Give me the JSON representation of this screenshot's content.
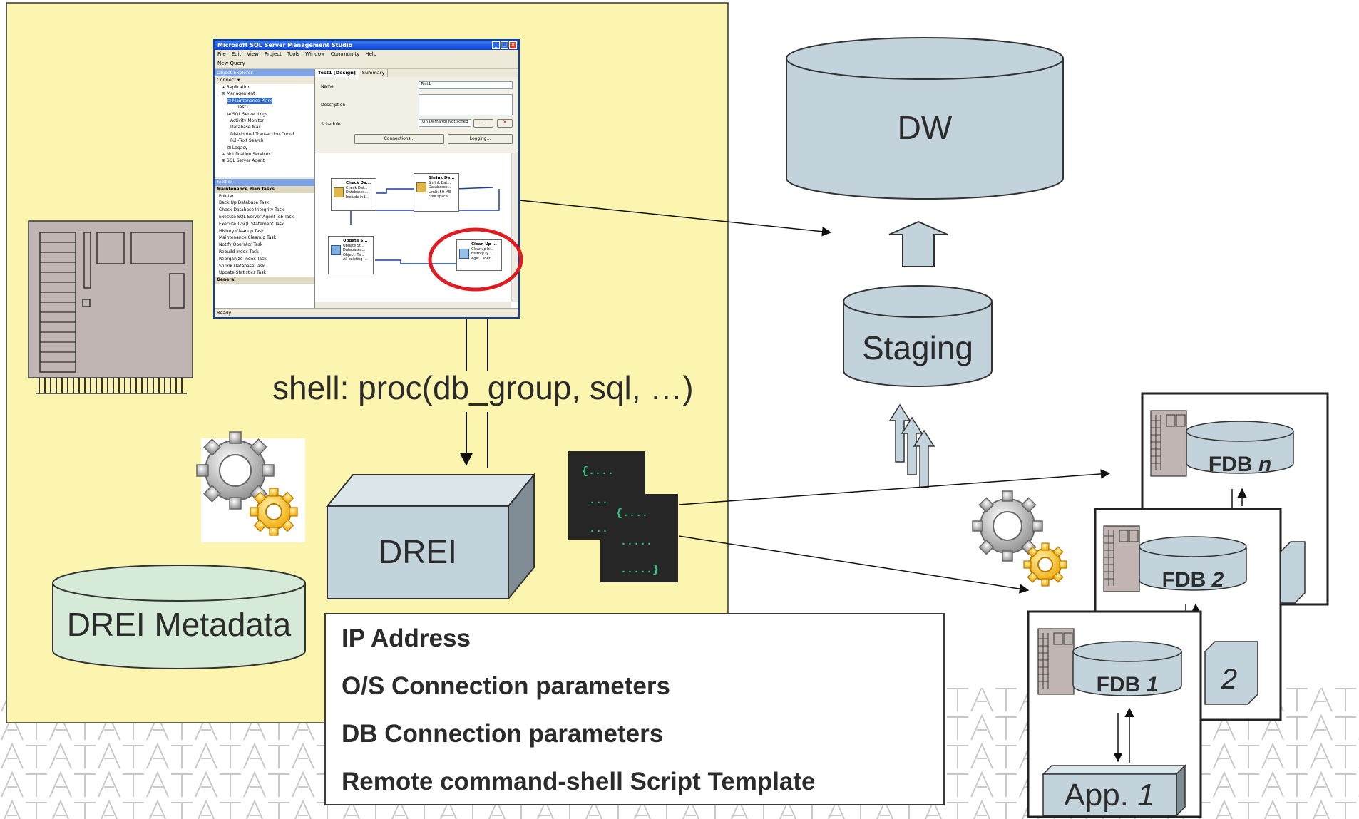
{
  "diagram": {
    "dw_label": "DW",
    "staging_label": "Staging",
    "drei_label": "DREI",
    "drei_metadata_label": "DREI Metadata",
    "shell_call": "shell: proc(db_group, sql, …)",
    "fdb_n": {
      "prefix": "FDB ",
      "suffix": "n"
    },
    "fdb_2": {
      "prefix": "FDB ",
      "suffix": "2"
    },
    "fdb_1": {
      "prefix": "FDB ",
      "suffix": "1"
    },
    "app_1": {
      "prefix": "App. ",
      "suffix": "1"
    },
    "stack_2_label": "2",
    "script_lines_front": [
      "{....",
      "...",
      "..."
    ],
    "script_lines_back": [
      "{....",
      ".....",
      ".....}"
    ]
  },
  "info_box": {
    "lines": [
      "IP Address",
      "O/S Connection parameters",
      "DB Connection parameters",
      "Remote command-shell Script Template"
    ]
  },
  "ssms": {
    "title": "Microsoft SQL Server Management Studio",
    "menu": [
      "File",
      "Edit",
      "View",
      "Project",
      "Tools",
      "Window",
      "Community",
      "Help"
    ],
    "new_query": "New Query",
    "object_explorer": "Object Explorer",
    "connect": "Connect ▾",
    "tree": [
      "⊞ Replication",
      "⊟ Management",
      "⊟ Maintenance Plans",
      "Test1",
      "⊞ SQL Server Logs",
      "Activity Monitor",
      "Database Mail",
      "Distributed Transaction Coord",
      "Full-Text Search",
      "⊞ Legacy",
      "⊞ Notification Services",
      "⊞ SQL Server Agent"
    ],
    "toolbox": "Toolbox",
    "toolbox_group": "Maintenance Plan Tasks",
    "toolbox_items": [
      "Pointer",
      "Back Up Database Task",
      "Check Database Integrity Task",
      "Execute SQL Server Agent Job Task",
      "Execute T-SQL Statement Task",
      "History Cleanup Task",
      "Maintenance Cleanup Task",
      "Notify Operator Task",
      "Rebuild Index Task",
      "Reorganize Index Task",
      "Shrink Database Task",
      "Update Statistics Task"
    ],
    "toolbox_general": "General",
    "tab_design": "Test1 [Design]",
    "tab_summary": "Summary",
    "name_label": "Name",
    "name_value": "Test1",
    "description_label": "Description",
    "schedule_label": "Schedule",
    "schedule_value": "(On Demand) Not sched",
    "connections_btn": "Connections...",
    "logging_btn": "Logging...",
    "task_check": {
      "title": "Check Da...",
      "lines": [
        "Check Dat...",
        "Databases...",
        "Include ind..."
      ]
    },
    "task_shrink": {
      "title": "Shrink Da...",
      "lines": [
        "Shrink Dat...",
        "Databases...",
        "Limit: 50 MB",
        "Free space..."
      ]
    },
    "task_update": {
      "title": "Update S...",
      "lines": [
        "Update St...",
        "Databases...",
        "Object: Ta...",
        "All existing ..."
      ]
    },
    "task_cleanup": {
      "title": "Clean Up ...",
      "lines": [
        "Cleanup hi...",
        "History ty...",
        "Age: Older..."
      ]
    },
    "status": "Ready"
  },
  "colors": {
    "panel_yellow": "#fbf5b0",
    "cylinder_blue": "#c2d3db",
    "cylinder_green": "#d6ead8",
    "highlight_red": "#e11b22",
    "server_gray": "#c1b5b3",
    "script_green": "#1fd07a"
  }
}
